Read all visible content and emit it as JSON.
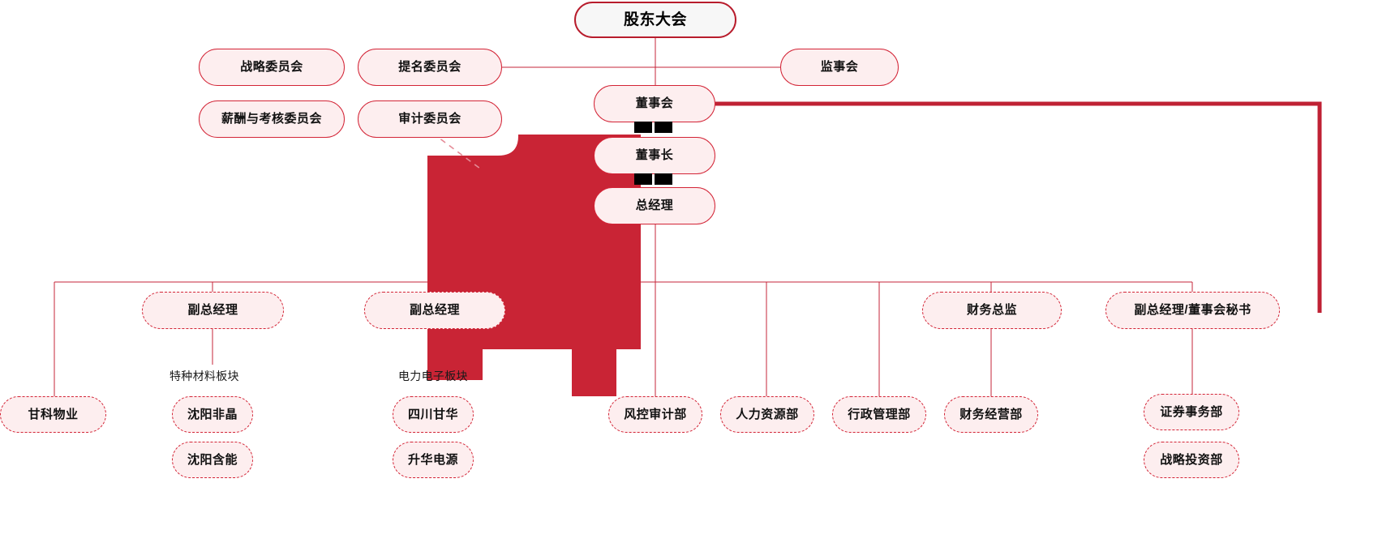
{
  "chart": {
    "type": "org-chart",
    "title": "",
    "colors": {
      "node_fill": "#fdeeef",
      "node_border": "#d32436",
      "root_fill": "#f7f7f7",
      "root_border": "#b81c2c",
      "connector": "#c5243a",
      "thick_connector": "#bf2134",
      "blob": "#c92435",
      "black_block": "#000000",
      "text": "#111111"
    }
  },
  "nodes": {
    "shareholders_meeting": {
      "label": "股东大会"
    },
    "supervisory_board": {
      "label": "监事会"
    },
    "strategy_committee": {
      "label": "战略委员会"
    },
    "nomination_committee": {
      "label": "提名委员会"
    },
    "remuneration_committee": {
      "label": "薪酬与考核委员会"
    },
    "audit_committee": {
      "label": "审计委员会"
    },
    "board_of_directors": {
      "label": "董事会"
    },
    "chairman": {
      "label": "董事长"
    },
    "general_manager": {
      "label": "总经理"
    },
    "deputy_gm_materials": {
      "label": "副总经理"
    },
    "deputy_gm_power": {
      "label": "副总经理"
    },
    "cfo": {
      "label": "财务总监"
    },
    "deputy_gm_secretary": {
      "label": "副总经理/董事会秘书"
    },
    "ganke_property": {
      "label": "甘科物业"
    },
    "shenyang_feijing": {
      "label": "沈阳非晶"
    },
    "shenyang_hanneng": {
      "label": "沈阳含能"
    },
    "sichuan_ganhua": {
      "label": "四川甘华"
    },
    "shenghua_power": {
      "label": "升华电源"
    },
    "risk_audit_dept": {
      "label": "风控审计部"
    },
    "hr_dept": {
      "label": "人力资源部"
    },
    "admin_dept": {
      "label": "行政管理部"
    },
    "finance_dept": {
      "label": "财务经营部"
    },
    "securities_dept": {
      "label": "证券事务部"
    },
    "strategic_invest_dept": {
      "label": "战略投资部"
    }
  },
  "captions": {
    "special_materials": "特种材料板块",
    "power_electronics": "电力电子板块"
  }
}
